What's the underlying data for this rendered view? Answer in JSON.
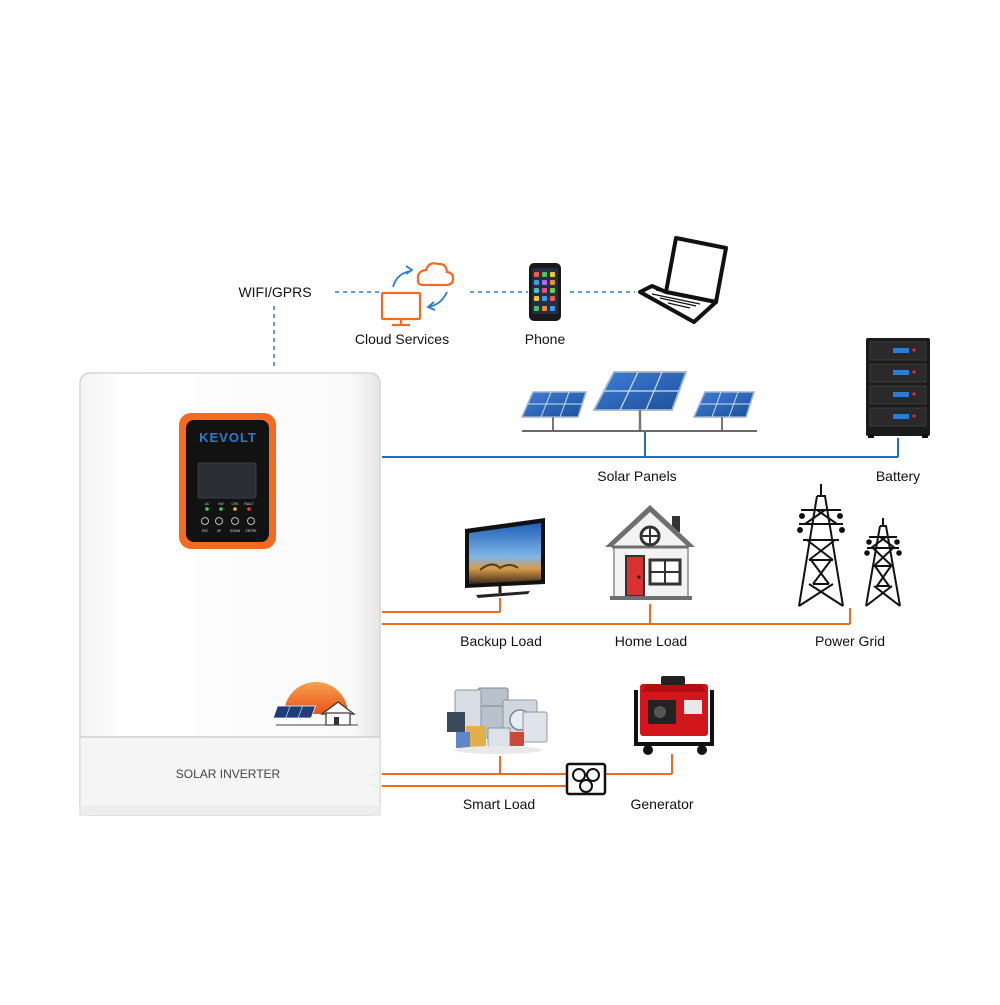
{
  "connectivity": {
    "label": "WIFI/GPRS"
  },
  "devices": {
    "cloud": {
      "label": "Cloud Services",
      "icon": "cloud-monitor-icon"
    },
    "phone": {
      "label": "Phone",
      "icon": "phone-icon"
    },
    "laptop": {
      "icon": "laptop-icon"
    }
  },
  "inverter": {
    "brand": "KEVOLT",
    "name": "SOLAR INVERTER",
    "leds": [
      "AC",
      "INV",
      "CHG",
      "FAULT"
    ],
    "buttons": [
      "ESC",
      "UP",
      "DOWN",
      "ENTER"
    ],
    "accent_color": "#f26b21"
  },
  "nodes": {
    "solar": {
      "label": "Solar Panels",
      "icon": "solar-panel-icon"
    },
    "battery": {
      "label": "Battery",
      "icon": "battery-rack-icon"
    },
    "backup": {
      "label": "Backup Load",
      "icon": "tv-icon"
    },
    "home": {
      "label": "Home Load",
      "icon": "house-icon"
    },
    "grid": {
      "label": "Power Grid",
      "icon": "power-tower-icon"
    },
    "smart": {
      "label": "Smart Load",
      "icon": "appliances-icon"
    },
    "generator": {
      "label": "Generator",
      "icon": "generator-icon"
    }
  },
  "colors": {
    "dc_line": "#1f6fc4",
    "ac_line": "#f26b21",
    "dashed_link": "#2f7bd0"
  }
}
